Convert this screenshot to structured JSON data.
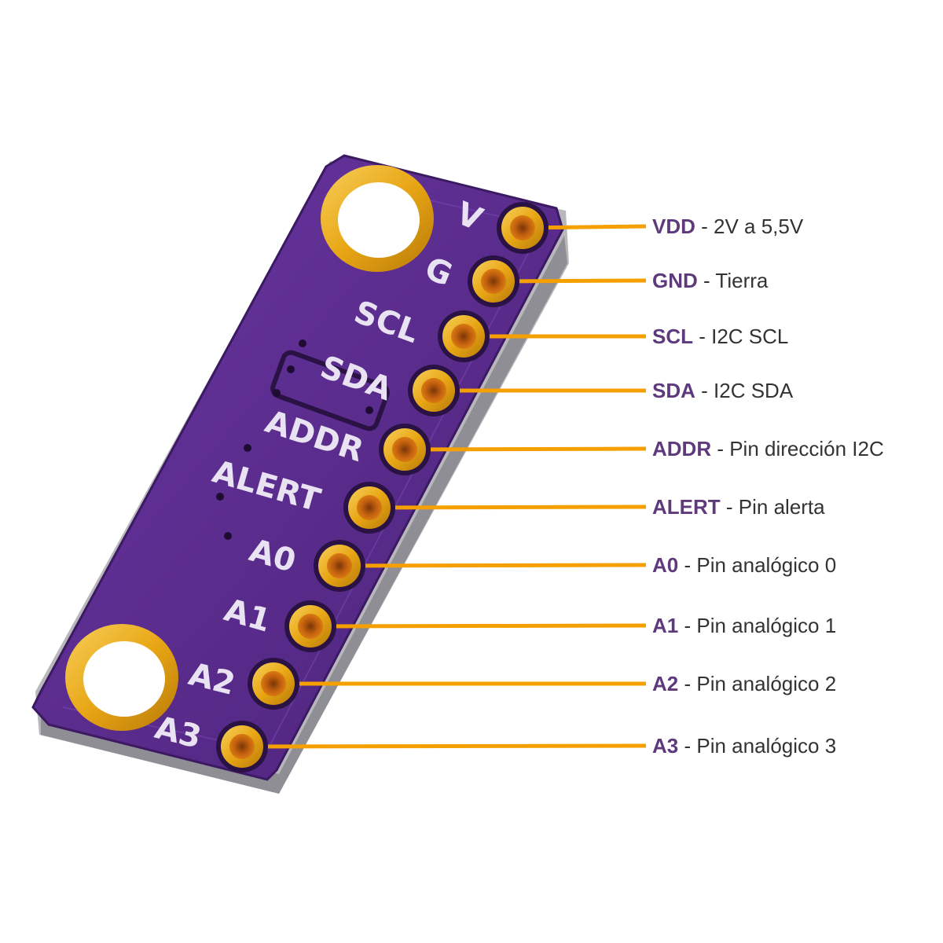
{
  "pins": [
    {
      "silk": "V",
      "name": "VDD",
      "desc": " - 2V a 5,5V"
    },
    {
      "silk": "G",
      "name": "GND",
      "desc": " - Tierra"
    },
    {
      "silk": "SCL",
      "name": "SCL",
      "desc": " - I2C SCL"
    },
    {
      "silk": "SDA",
      "name": "SDA",
      "desc": " - I2C SDA"
    },
    {
      "silk": "ADDR",
      "name": "ADDR",
      "desc": " - Pin dirección I2C"
    },
    {
      "silk": "ALERT",
      "name": "ALERT",
      "desc": " - Pin alerta"
    },
    {
      "silk": "A0",
      "name": "A0",
      "desc": " - Pin analógico 0"
    },
    {
      "silk": "A1",
      "name": "A1",
      "desc": " - Pin analógico 1"
    },
    {
      "silk": "A2",
      "name": "A2",
      "desc": " - Pin analógico 2"
    },
    {
      "silk": "A3",
      "name": "A3",
      "desc": " - Pin analógico 3"
    }
  ],
  "colors": {
    "board": "#5a2c8f",
    "board_edge": "#3c1a63",
    "board_side": "#b8b8bc",
    "gold": "#e8a615",
    "hole_inner": "#c2600e",
    "leader": "#f5a000",
    "label_name": "#5e3a7c",
    "label_desc": "#333333"
  }
}
